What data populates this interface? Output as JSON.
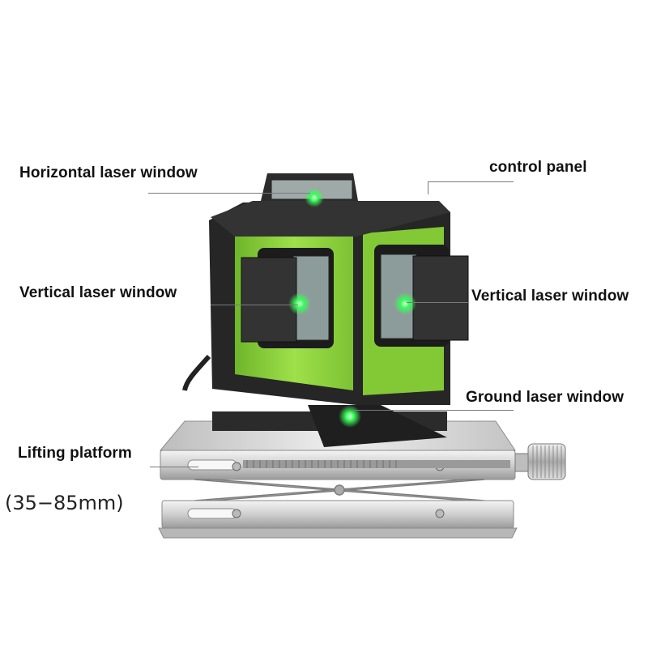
{
  "labels": {
    "horizontal_window": "Horizontal laser window",
    "control_panel": "control panel",
    "vertical_window_left": "Vertical laser window",
    "vertical_window_right": "Vertical laser window",
    "ground_window": "Ground laser window",
    "lifting_platform": "Lifting platform",
    "height_range": "(35−85mm)"
  },
  "colors": {
    "housing_green": "#8fd63a",
    "housing_dark": "#2a2a2a",
    "laser_green": "#39ff5a",
    "platform_steel": "#d8d8d8"
  },
  "icons": {
    "device": "laser-level-icon",
    "platform": "scissor-lift-icon",
    "knob": "adjustment-knob-icon"
  }
}
